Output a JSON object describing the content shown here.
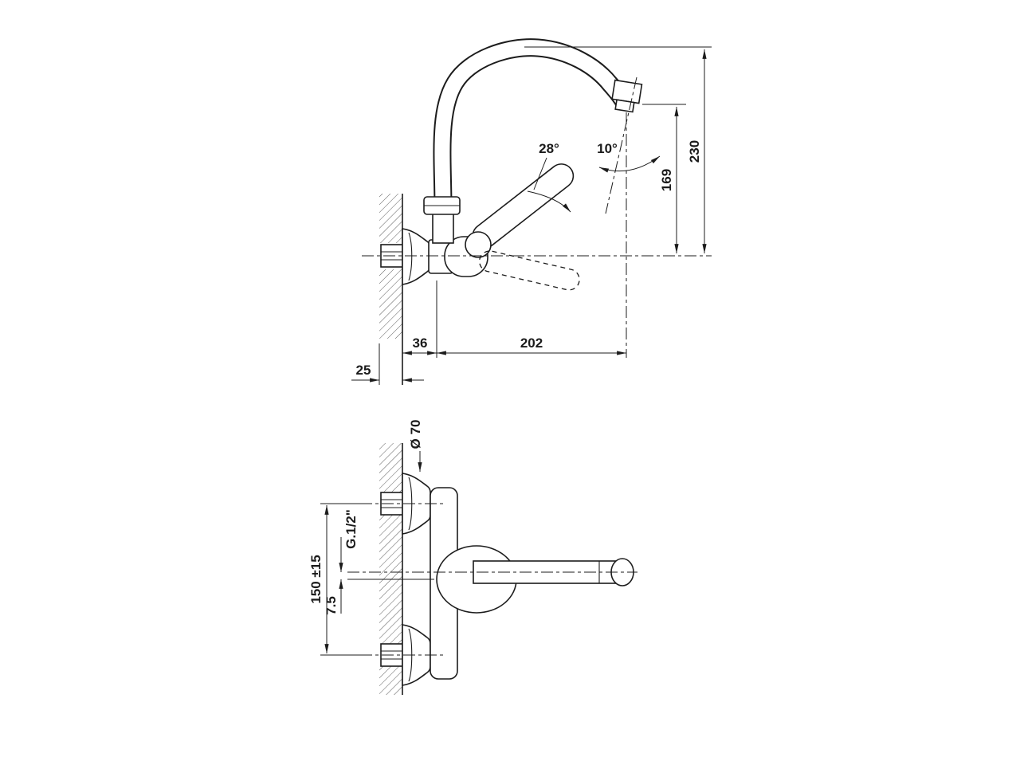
{
  "page": {
    "background": "#ffffff",
    "line_color": "#1c1c1c",
    "description": "Technical dimension drawing of a wall-mounted single-lever sink mixer tap, side view and plan view"
  },
  "side_view": {
    "name": "side-view",
    "dims": {
      "total_height": "230",
      "outlet_height": "169",
      "handle_angle": "28°",
      "spout_angle": "10°",
      "wall_to_axis": "36",
      "reach": "202",
      "wall_thickness": "25"
    }
  },
  "plan_view": {
    "name": "plan-view",
    "dims": {
      "escutcheon_diameter": "Ø 70",
      "thread": "G.1/2\"",
      "inlet_spacing": "150 ±15",
      "axis_offset": "7.5"
    }
  }
}
